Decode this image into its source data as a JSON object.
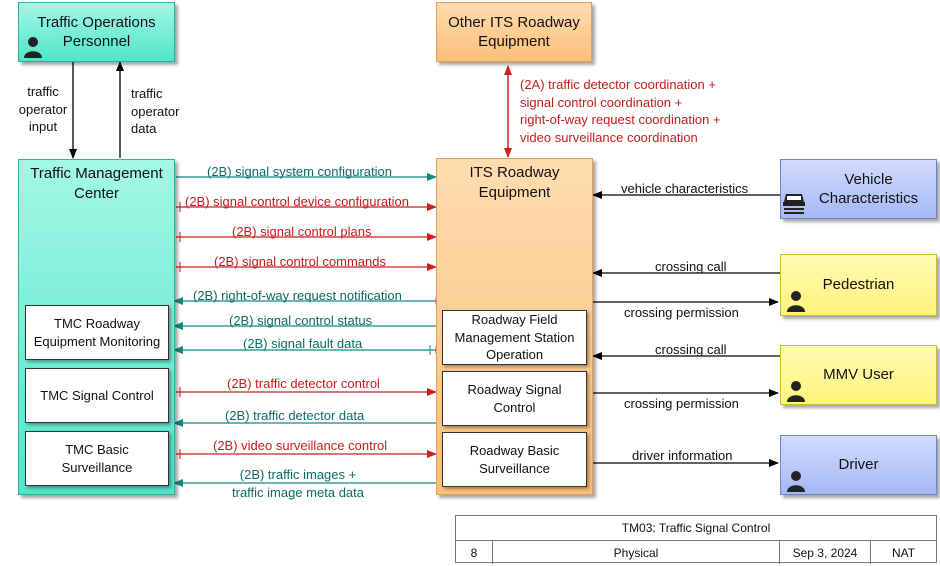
{
  "elements": {
    "traffic_ops": "Traffic Operations Personnel",
    "other_its": "Other ITS Roadway Equipment",
    "tmc": "Traffic Management Center",
    "its_roadway": "ITS Roadway Equipment",
    "vehicle": "Vehicle Characteristics",
    "pedestrian": "Pedestrian",
    "mmv_user": "MMV User",
    "driver": "Driver"
  },
  "subsystems": {
    "tmc_monitoring": "TMC Roadway Equipment Monitoring",
    "tmc_signal": "TMC Signal Control",
    "tmc_surveillance": "TMC Basic Surveillance",
    "rfms": "Roadway Field Management Station Operation",
    "roadway_signal": "Roadway Signal Control",
    "roadway_surveillance": "Roadway Basic Surveillance"
  },
  "flows": {
    "operator_input_1": "traffic",
    "operator_input_2": "operator",
    "operator_input_3": "input",
    "operator_data_1": "traffic",
    "operator_data_2": "operator",
    "operator_data_3": "data",
    "coord_1": "(2A) traffic detector coordination +",
    "coord_2": "signal control coordination +",
    "coord_3": "right-of-way request coordination +",
    "coord_4": "video surveillance coordination",
    "signal_system_config": "(2B) signal system configuration",
    "signal_device_config": "(2B) signal control device configuration",
    "signal_plans": "(2B) signal control plans",
    "signal_commands": "(2B) signal control commands",
    "row_notification": "(2B) right-of-way request notification",
    "signal_status": "(2B) signal control status",
    "fault_data": "(2B) signal fault data",
    "detector_control": "(2B) traffic detector control",
    "detector_data": "(2B) traffic detector data",
    "video_control": "(2B) video surveillance control",
    "traffic_images_1": "(2B) traffic images +",
    "traffic_images_2": "traffic image meta data",
    "vehicle_characteristics": "vehicle characteristics",
    "crossing_call_ped": "crossing call",
    "crossing_perm_ped": "crossing permission",
    "crossing_call_mmv": "crossing call",
    "crossing_perm_mmv": "crossing permission",
    "driver_information": "driver information"
  },
  "title_block": {
    "title": "TM03: Traffic Signal Control",
    "number": "8",
    "view": "Physical",
    "date": "Sep 3, 2024",
    "scope": "NAT"
  },
  "colors": {
    "teal_flow": "#138a7e",
    "red_flow": "#cc1f1f",
    "black_flow": "#000000"
  }
}
